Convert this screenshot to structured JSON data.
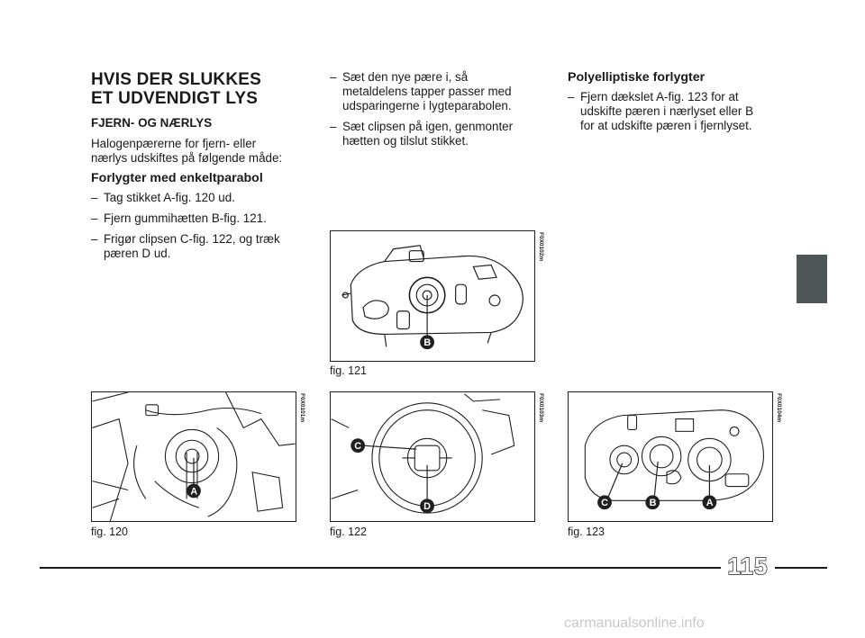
{
  "column1": {
    "heading_line1": "HVIS DER SLUKKES",
    "heading_line2": "ET UDVENDIGT LYS",
    "subheading": "FJERN- OG NÆRLYS",
    "intro": "Halogenpærerne for fjern- eller nærlys udskiftes på følgende måde:",
    "section_title": "Forlygter med enkeltparabol",
    "steps": [
      "Tag stikket A-fig. 120 ud.",
      "Fjern gummihætten B-fig. 121.",
      "Frigør clipsen C-fig. 122, og træk pæren D ud."
    ]
  },
  "column2": {
    "steps": [
      "Sæt den nye pære i, så metaldelens tapper passer med udsparingerne i lygteparabolen.",
      "Sæt clipsen på igen, genmonter hætten og tilslut stikket."
    ]
  },
  "column3": {
    "section_title": "Polyelliptiske forlygter",
    "steps": [
      "Fjern dækslet A-fig. 123 for at udskifte pæren i nærlyset eller B for at udskifte pæren i fjernlyset."
    ]
  },
  "dash": "–",
  "figures": {
    "fig120": {
      "caption": "fig. 120",
      "code": "F0X0101m",
      "labels": [
        "A"
      ]
    },
    "fig121": {
      "caption": "fig. 121",
      "code": "F0X0102m",
      "labels": [
        "B"
      ]
    },
    "fig122": {
      "caption": "fig. 122",
      "code": "F0X0103m",
      "labels": [
        "C",
        "D"
      ]
    },
    "fig123": {
      "caption": "fig. 123",
      "code": "F0X0104m",
      "labels": [
        "C",
        "B",
        "A"
      ]
    }
  },
  "page_number": "115",
  "watermark": "carmanualsonline.info",
  "colors": {
    "tab": "#4f5657",
    "text": "#1a1a1a",
    "line": "#1a1a1a"
  }
}
